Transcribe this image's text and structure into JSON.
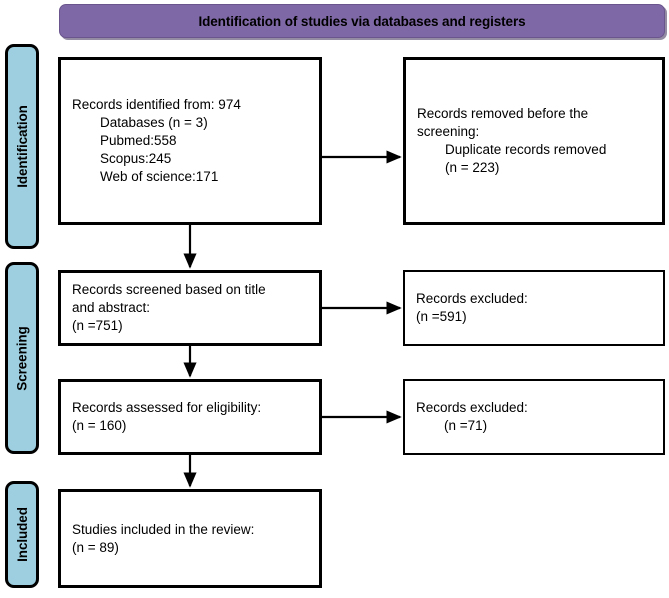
{
  "banner": {
    "title": "Identification of studies via databases and registers"
  },
  "stages": [
    {
      "id": "identification",
      "label": "Identification"
    },
    {
      "id": "screening",
      "label": "Screening"
    },
    {
      "id": "included",
      "label": "Included"
    }
  ],
  "boxes": {
    "identified": {
      "lines": [
        {
          "text": "Records identified from: 974",
          "indent": false
        },
        {
          "text": "Databases (n = 3)",
          "indent": true
        },
        {
          "text": "Pubmed:558",
          "indent": true
        },
        {
          "text": "Scopus:245",
          "indent": true
        },
        {
          "text": "Web of science:171",
          "indent": true
        }
      ]
    },
    "removed": {
      "lines": [
        {
          "text": "Records removed before the",
          "indent": false
        },
        {
          "text": "screening:",
          "indent": false
        },
        {
          "text": "Duplicate records removed",
          "indent": true
        },
        {
          "text": "(n = 223)",
          "indent": true
        }
      ]
    },
    "screened": {
      "lines": [
        {
          "text": "Records screened based on title",
          "indent": false
        },
        {
          "text": "and abstract:",
          "indent": false
        },
        {
          "text": "(n =751)",
          "indent": false
        }
      ]
    },
    "excluded_screening": {
      "lines": [
        {
          "text": "Records excluded:",
          "indent": false
        },
        {
          "text": "(n =591)",
          "indent": false
        }
      ]
    },
    "eligibility": {
      "lines": [
        {
          "text": "Records assessed for eligibility:",
          "indent": false
        },
        {
          "text": "(n = 160)",
          "indent": false
        }
      ]
    },
    "excluded_eligibility": {
      "lines": [
        {
          "text": "Records excluded:",
          "indent": false
        },
        {
          "text": "(n =71)",
          "indent": true
        }
      ]
    },
    "included": {
      "lines": [
        {
          "text": "Studies included in the review:",
          "indent": false
        },
        {
          "text": "(n = 89)",
          "indent": false
        }
      ]
    }
  },
  "colors": {
    "banner_fill": "#7f68a6",
    "banner_border": "#6a558c",
    "stage_fill": "#9dcfe0",
    "box_border": "#000000",
    "box_fill": "#ffffff",
    "arrow": "#000000",
    "page_background": "#ffffff"
  },
  "connectors": [
    {
      "name": "identified-to-removed",
      "from": "identified",
      "to": "removed",
      "direction": "horizontal"
    },
    {
      "name": "identified-to-screened",
      "from": "identified",
      "to": "screened",
      "direction": "vertical"
    },
    {
      "name": "screened-to-excluded",
      "from": "screened",
      "to": "excluded_screening",
      "direction": "horizontal"
    },
    {
      "name": "screened-to-eligibility",
      "from": "screened",
      "to": "eligibility",
      "direction": "vertical"
    },
    {
      "name": "eligibility-to-excluded",
      "from": "eligibility",
      "to": "excluded_eligibility",
      "direction": "horizontal"
    },
    {
      "name": "eligibility-to-included",
      "from": "eligibility",
      "to": "included",
      "direction": "vertical"
    }
  ]
}
